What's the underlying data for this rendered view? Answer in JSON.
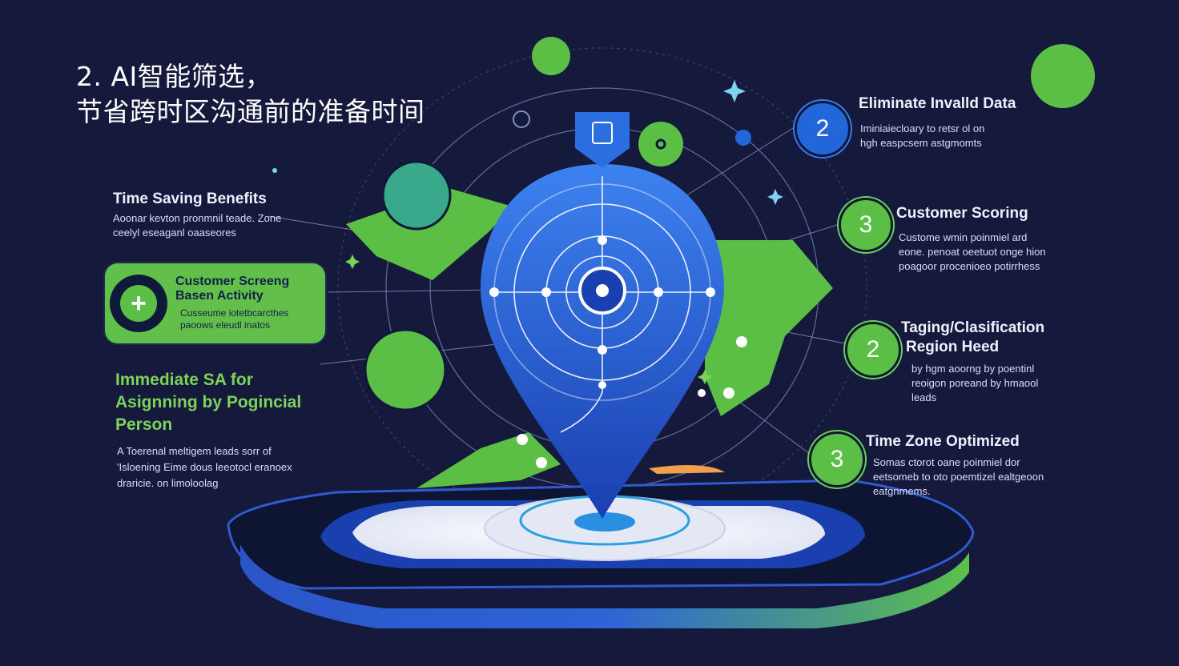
{
  "title": {
    "line1": "2. AI智能筛选，",
    "line2": "节省跨时区沟通前的准备时间"
  },
  "left": {
    "time_saving": {
      "heading": "Time Saving Benefits",
      "lines": [
        "Aoonar kevton pronmnil teade. Zone",
        "ceelyl eseaganl oaaseores"
      ]
    },
    "card": {
      "heading_lines": [
        "Customer Screeng",
        "Basen Activity"
      ],
      "lines": [
        "Cusseume iotetbcarcthes",
        "paoows eleudl inatos"
      ],
      "icon": "plus-icon"
    },
    "immediate": {
      "heading_lines": [
        "Immediate SA for",
        "Asignning by Pogincial",
        "Person"
      ],
      "lines": [
        "A  Toerenal meltigem leads sorr of",
        "'Isloening Eime dous leeotocl eranoex",
        "draricie. on limoloolag"
      ]
    }
  },
  "right": {
    "items": [
      {
        "num": "2",
        "style": "blue",
        "heading_lines": [
          "Eliminate Invalld Data"
        ],
        "lines": [
          "Iminiaiecloary to retsr ol on",
          "hgh easpcsem astgmomts"
        ]
      },
      {
        "num": "3",
        "style": "green",
        "heading_lines": [
          "Customer Scoring"
        ],
        "lines": [
          "Custome wmin poinmiel ard",
          "eone. penoat oeetuot onge hion",
          "poagoor procenioeo potirrhess"
        ]
      },
      {
        "num": "2",
        "style": "green",
        "heading_lines": [
          "Taging/Clasification",
          "Region Heed"
        ],
        "lines": [
          "by hgm aoorng by poentinl",
          "reoigon poreand by hmaool",
          "leads"
        ]
      },
      {
        "num": "3",
        "style": "green",
        "heading_lines": [
          "Time Zone Optimized"
        ],
        "lines": [
          "Somas ctorot oane poinmiel dor",
          "eetsomeb to oto poemtizel ealtgeoon",
          "eatgnmems."
        ]
      }
    ]
  },
  "colors": {
    "background": "#151a3d",
    "accent_green": "#62c04a",
    "accent_blue": "#2266d9",
    "pin_blue": "#1d4fc9"
  }
}
